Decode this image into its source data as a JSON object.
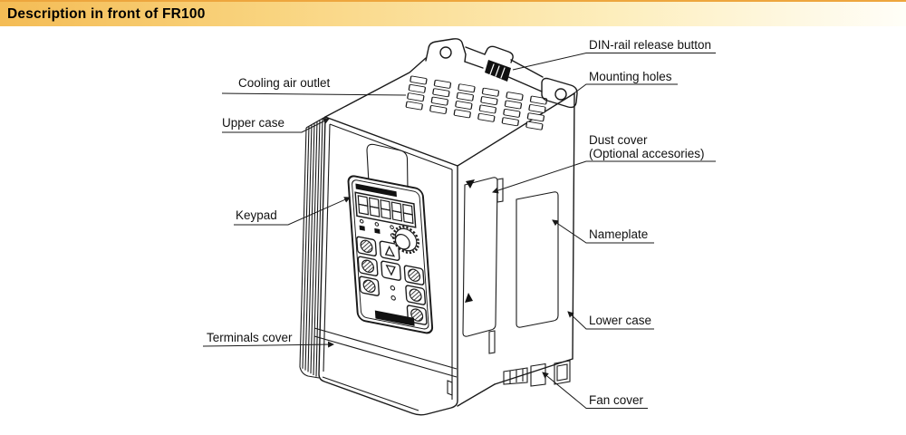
{
  "header": {
    "title": "Description in front of FR100"
  },
  "palette": {
    "header_gradient_left": "#f4bc55",
    "header_gradient_right": "#fffef8",
    "header_top_edge": "#eda63e",
    "title_color": "#000000",
    "line_color": "#1a1a1a",
    "background": "#ffffff"
  },
  "diagram": {
    "subject": "FR100 frequency inverter front view line drawing",
    "labels": {
      "din_rail_release_button": "DIN-rail release button",
      "mounting_holes": "Mounting holes",
      "cooling_air_outlet": "Cooling air outlet",
      "upper_case": "Upper case",
      "dust_cover_1": "Dust cover",
      "dust_cover_2": "(Optional accesories)",
      "keypad": "Keypad",
      "nameplate": "Nameplate",
      "lower_case": "Lower case",
      "terminals_cover": "Terminals cover",
      "fan_cover": "Fan cover"
    }
  }
}
